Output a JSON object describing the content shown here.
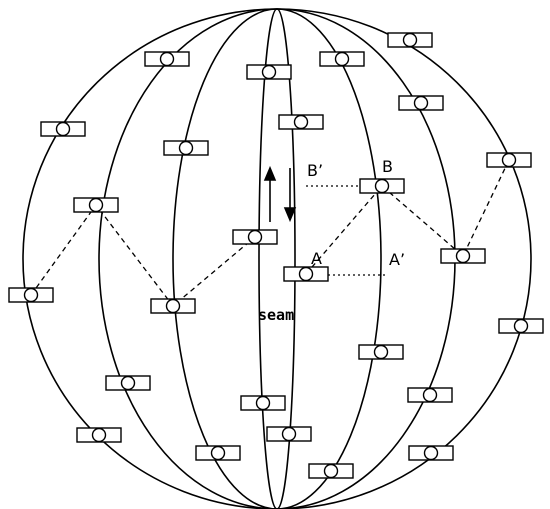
{
  "labels": {
    "A": "A",
    "A_prime": "A’",
    "B": "B",
    "B_prime": "B’",
    "seam": "seam"
  },
  "colors": {
    "stroke": "#000000",
    "fill": "#ffffff"
  }
}
